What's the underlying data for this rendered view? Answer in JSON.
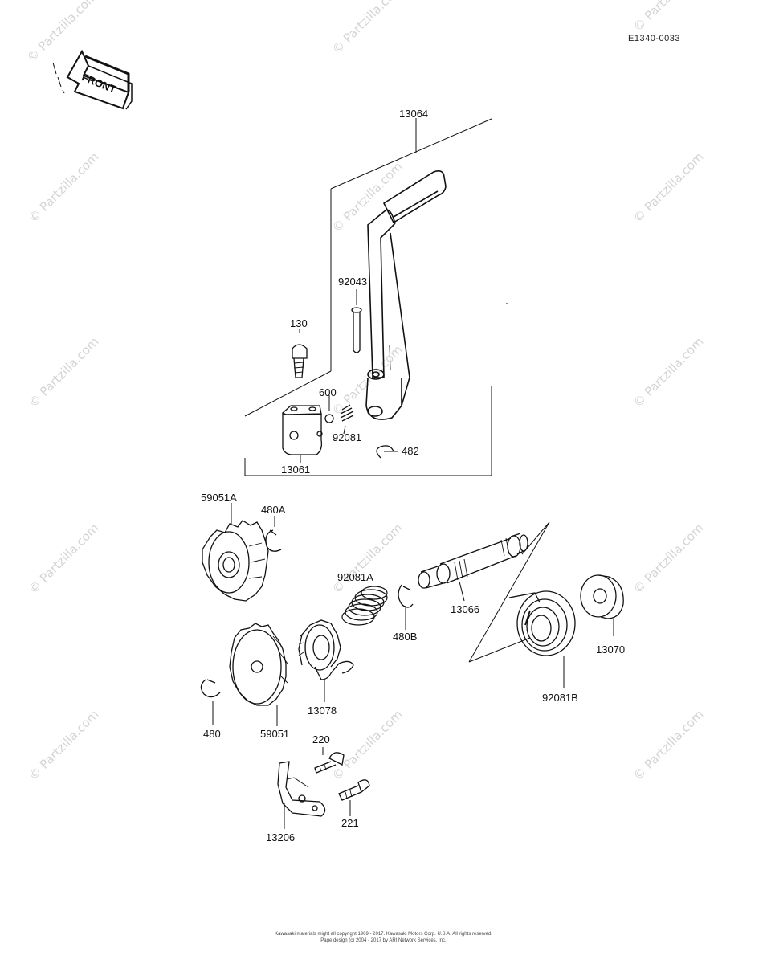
{
  "diagram_code": "E1340-0033",
  "front_label": "FRONT",
  "watermark_text": "© Partzilla.com",
  "parts": {
    "p13064": "13064",
    "p92043": "92043",
    "p130": "130",
    "p600": "600",
    "p92081": "92081",
    "p13061": "13061",
    "p482": "482",
    "p59051A": "59051A",
    "p480A": "480A",
    "p92081A": "92081A",
    "p480B": "480B",
    "p13066": "13066",
    "p13070": "13070",
    "p92081B": "92081B",
    "p13078": "13078",
    "p480": "480",
    "p59051": "59051",
    "p220": "220",
    "p221": "221",
    "p13206": "13206"
  },
  "footer": {
    "line1": "Kawasaki materials might all copyright 1969 - 2017. Kawasaki Motors Corp. U.S.A. All rights reserved.",
    "line2": "Page design (c) 2004 - 2017 by ARI Network Services, Inc."
  }
}
